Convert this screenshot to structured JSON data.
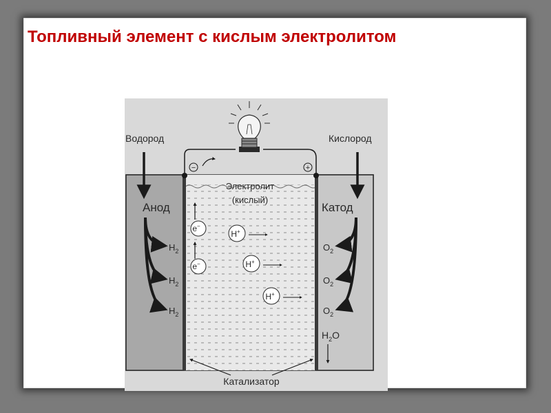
{
  "slide": {
    "title": "Топливный элемент с кислым электролитом"
  },
  "diagram": {
    "inputs": {
      "hydrogen": "Водород",
      "oxygen": "Кислород"
    },
    "electrodes": {
      "anode": "Анод",
      "cathode": "Катод"
    },
    "terminals": {
      "negative": "−",
      "positive": "+"
    },
    "electrolyte": {
      "line1": "Электролит",
      "line2": "(кислый)"
    },
    "anode_species": [
      "H",
      "H",
      "H"
    ],
    "anode_species_sub": [
      "2",
      "2",
      "2"
    ],
    "cathode_species": [
      "O",
      "O",
      "O"
    ],
    "cathode_species_sub": [
      "2",
      "2",
      "2"
    ],
    "product": {
      "base": "H",
      "sub": "2",
      "tail": "O"
    },
    "electrons": [
      "e",
      "e"
    ],
    "electron_charge": "−",
    "protons": [
      "H",
      "H",
      "H"
    ],
    "proton_charge": "+",
    "catalyst": "Катализатор",
    "colors": {
      "title": "#c00000",
      "anode_fill": "#a8a8a8",
      "electrolyte_fill": "#e9e9e9",
      "cathode_fill": "#c8c8c8",
      "line": "#1a1a1a"
    },
    "icons": [
      "light-bulb-icon",
      "electron-flow-arrow-icon"
    ]
  }
}
